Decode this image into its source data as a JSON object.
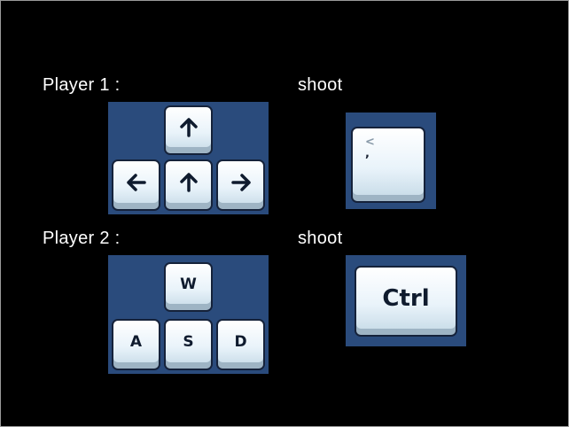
{
  "player1": {
    "label": "Player 1 :",
    "shoot_label": "shoot",
    "keys": {
      "up_top": "up-arrow-icon",
      "left": "left-arrow-icon",
      "up": "up-arrow-icon",
      "right": "right-arrow-icon"
    },
    "shoot_key": {
      "top_char": "<",
      "bottom_char": ","
    }
  },
  "player2": {
    "label": "Player 2 :",
    "shoot_label": "shoot",
    "keys": {
      "w": "W",
      "a": "A",
      "s": "S",
      "d": "D"
    },
    "shoot_key": "Ctrl"
  },
  "colors": {
    "panel": "#2a4b7c",
    "background": "#000000",
    "text": "#ffffff"
  }
}
